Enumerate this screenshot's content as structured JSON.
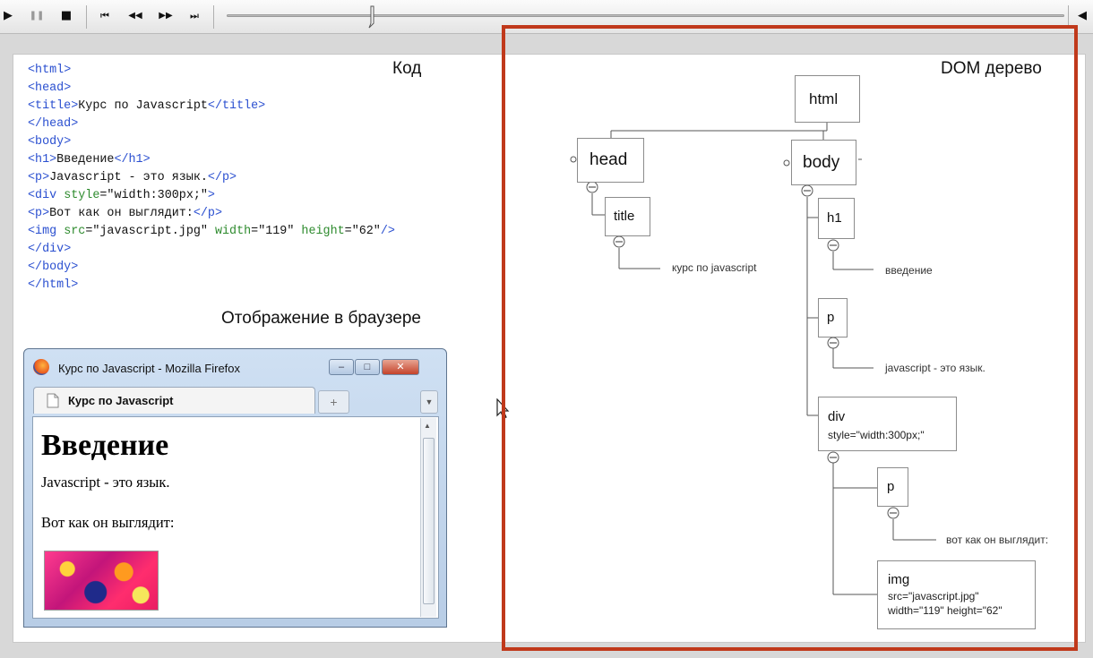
{
  "player": {
    "buttons": [
      {
        "name": "play-icon",
        "glyph": "▶"
      },
      {
        "name": "pause-icon",
        "glyph": "❚❚"
      },
      {
        "name": "stop-icon",
        "glyph": "■"
      },
      {
        "name": "skip-to-start-icon",
        "glyph": "⏮"
      },
      {
        "name": "rewind-icon",
        "glyph": "◀◀"
      },
      {
        "name": "fast-forward-icon",
        "glyph": "▶▶"
      },
      {
        "name": "skip-to-end-icon",
        "glyph": "⏭"
      }
    ],
    "volume_glyph": "◀"
  },
  "slide": {
    "code_title": "Код",
    "dom_title": "DOM дерево",
    "browser_title": "Отображение в браузере",
    "code_lines": [
      "<html>",
      "<head>",
      "<title>Курс по Javascript</title>",
      "</head>",
      "<body>",
      "<h1>Введение</h1>",
      "<p>Javascript - это язык.</p>",
      "<div style=\"width:300px;\">",
      "<p>Вот как он выглядит:</p>",
      "<img src=\"javascript.jpg\" width=\"119\" height=\"62\"/>",
      "</div>",
      "</body>",
      "</html>"
    ]
  },
  "firefox": {
    "window_title": "Курс по Javascript - Mozilla Firefox",
    "tab_label": "Курс по Javascript",
    "new_tab": "+",
    "min_glyph": "–",
    "max_glyph": "□",
    "close_glyph": "✕",
    "page_h1": "Введение",
    "page_p1": "Javascript - это язык.",
    "page_p2": "Вот как он выглядит:"
  },
  "dom_tree": {
    "html": "html",
    "head": "head",
    "body": "body",
    "title": "title",
    "title_text": "курс по javascript",
    "h1": "h1",
    "h1_text": "введение",
    "p1": "p",
    "p1_text": "javascript - это язык.",
    "div": "div",
    "div_attr": "style=\"width:300px;\"",
    "p2": "p",
    "p2_text": "вот как он выглядит:",
    "img": "img",
    "img_attr1": "src=\"javascript.jpg\"",
    "img_attr2": "width=\"119\" height=\"62\""
  },
  "colors": {
    "highlight": "#c0391b",
    "tag": "#2a4fd0",
    "attr": "#2e8b2e"
  }
}
